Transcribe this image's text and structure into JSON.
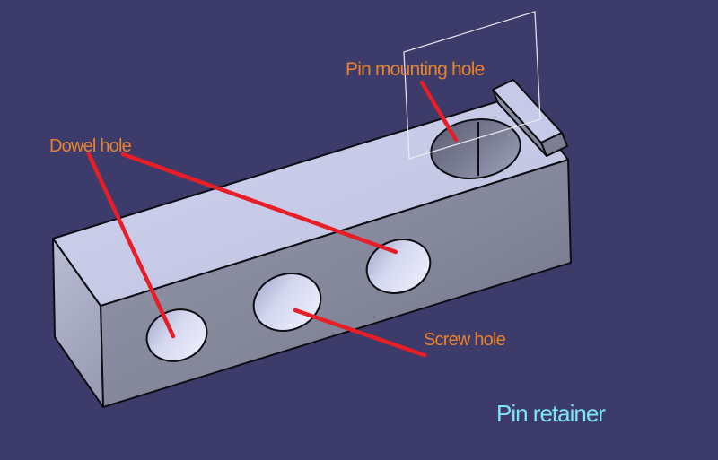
{
  "scene": {
    "type": "3d-cad-view",
    "part_name": "Pin retainer",
    "labels": {
      "pin_mounting_hole": "Pin mounting hole",
      "dowel_hole": "Dowel hole",
      "screw_hole": "Screw hole"
    },
    "features": [
      "pin-mounting-hole-top-face",
      "dowel-hole-front-left",
      "dowel-hole-front-right",
      "screw-hole-front-middle",
      "mounting-flange",
      "sketch-plane-wireframe"
    ]
  },
  "colors": {
    "background": "#3c3b6a",
    "annotation_text": "#e8822d",
    "part_name_text": "#7de6f2",
    "leader_line": "#e71d28",
    "outline": "#0d0d14",
    "wireframe_plane": "#ededf4",
    "face_top": "#c9cce9",
    "face_front": "#85879a",
    "face_left": "#aeb1c6"
  }
}
